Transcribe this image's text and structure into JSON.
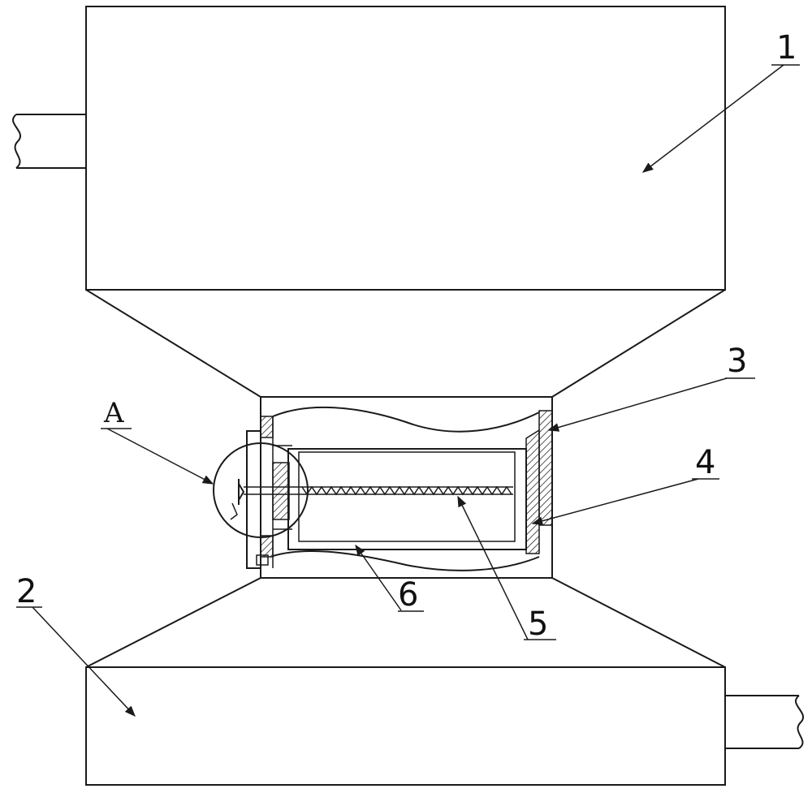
{
  "labels": {
    "part_1": "1",
    "part_2": "2",
    "part_3": "3",
    "part_4": "4",
    "part_5": "5",
    "part_6": "6",
    "detail_a": "A"
  },
  "colors": {
    "line": "#1a1a1a",
    "background": "#ffffff"
  }
}
